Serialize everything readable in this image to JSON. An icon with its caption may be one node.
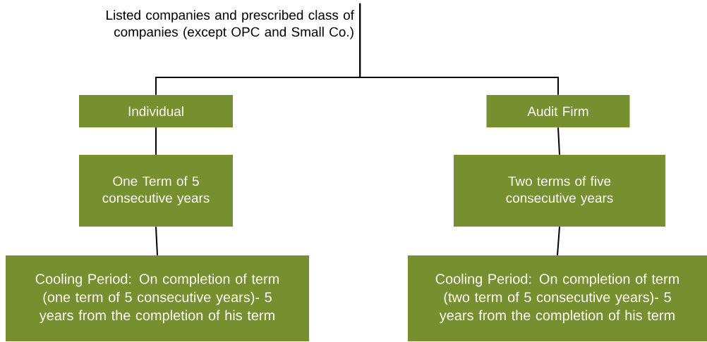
{
  "diagram": {
    "nodes": [
      {
        "text": [
          "Listed companies and prescribed class of companies (except OPC and Small Co.)"
        ]
      },
      {
        "text": [
          "Individual"
        ]
      },
      {
        "text": [
          "Audit Firm"
        ]
      },
      {
        "text": [
          "One Term of 5 consecutive years"
        ]
      },
      {
        "text": [
          "Two terms of five consecutive years"
        ]
      },
      {
        "text": [
          "Cooling Period: On completion of term (one term of 5 consecutive years)- 5 years from the completion of his term"
        ]
      },
      {
        "text": [
          "Cooling Period: On completion of term (two term of 5 consecutive years)- 5 years from the completion of his term"
        ]
      }
    ],
    "edges": [
      {
        "from": 0,
        "to": 1,
        "arrow": "none"
      },
      {
        "from": 0,
        "to": 2,
        "arrow": "none"
      },
      {
        "from": 1,
        "to": 3,
        "arrow": "none"
      },
      {
        "from": 3,
        "to": 5,
        "arrow": "none"
      },
      {
        "from": 2,
        "to": 4,
        "arrow": "none"
      },
      {
        "from": 4,
        "to": 6,
        "arrow": "none"
      }
    ]
  }
}
